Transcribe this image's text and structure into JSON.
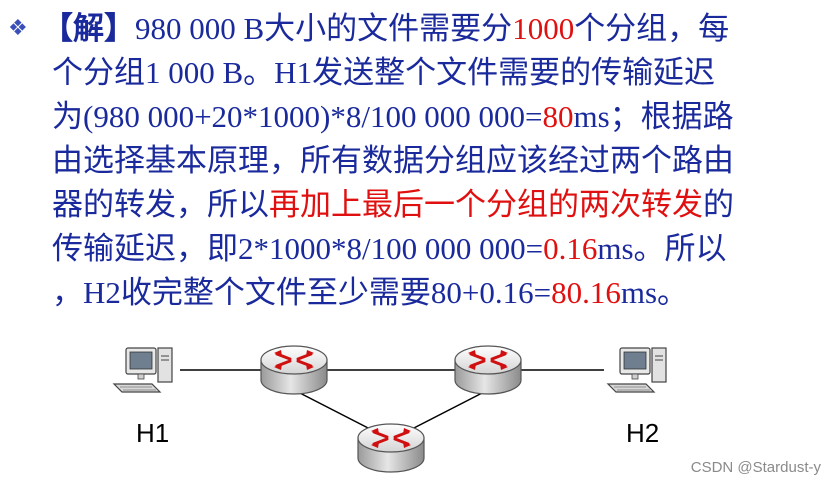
{
  "solution": {
    "bullet": "❖",
    "l1": {
      "a": "【解】",
      "b": "980 000 B大小的文件需要分",
      "c": "1000",
      "d": "个分组，每"
    },
    "l2": "个分组1 000 B。H1发送整个文件需要的传输延迟",
    "l3": {
      "a": "为(980 000+20*1000)*8/100 000 000=",
      "b": "80",
      "c": "ms；根据路"
    },
    "l4": "由选择基本原理，所有数据分组应该经过两个路由",
    "l5": {
      "a": "器的转发，所以",
      "b": "再加上最后一个分组的两次转发",
      "c": "的"
    },
    "l6": {
      "a": "传输延迟，即2*1000*8/100 000 000=",
      "b": "0.16",
      "c": "ms。所以"
    },
    "l7": {
      "a": "，H2收完整个文件至少需要80+0.16=",
      "b": "80.16",
      "c": "ms。"
    }
  },
  "diagram": {
    "host1_label": "H1",
    "host2_label": "H2"
  },
  "watermark": "CSDN @Stardust-y"
}
